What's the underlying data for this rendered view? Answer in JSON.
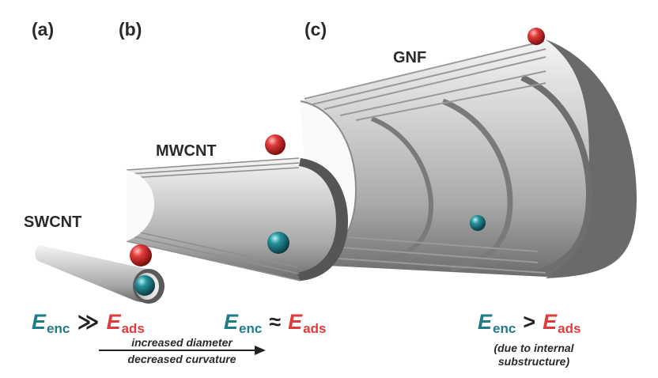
{
  "panels": {
    "a": "(a)",
    "b": "(b)",
    "c": "(c)"
  },
  "tubes": {
    "swcnt": "SWCNT",
    "mwcnt": "MWCNT",
    "gnf": "GNF"
  },
  "relations": [
    {
      "lhs": "E",
      "lhs_sub": "enc",
      "op": "≫",
      "rhs": "E",
      "rhs_sub": "ads"
    },
    {
      "lhs": "E",
      "lhs_sub": "enc",
      "op": "≈",
      "rhs": "E",
      "rhs_sub": "ads"
    },
    {
      "lhs": "E",
      "lhs_sub": "enc",
      "op": ">",
      "rhs": "E",
      "rhs_sub": "ads"
    }
  ],
  "arrow_caption": {
    "line1": "increased diameter",
    "line2": "decreased curvature"
  },
  "gnf_note": {
    "line1": "(due to internal",
    "line2": "substructure)"
  },
  "colors": {
    "teal": "#1d7c86",
    "red": "#e03b3b",
    "tube_dark": "#5a5a5a",
    "tube_light": "#d8d8d8"
  }
}
